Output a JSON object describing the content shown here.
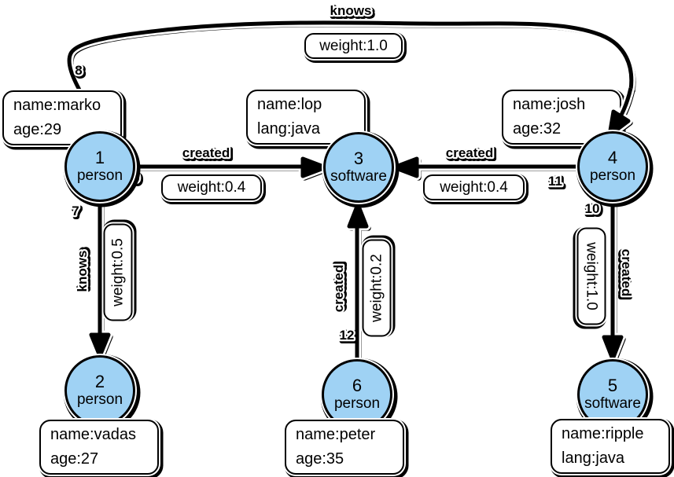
{
  "diagram": {
    "background": "#FFFFFF",
    "vertex_fill": "#9FD2F4",
    "stroke_color": "#000000",
    "vertices": [
      {
        "id": "1",
        "type": "person",
        "properties": [
          "name:marko",
          "age:29"
        ]
      },
      {
        "id": "2",
        "type": "person",
        "properties": [
          "name:vadas",
          "age:27"
        ]
      },
      {
        "id": "3",
        "type": "software",
        "properties": [
          "name:lop",
          "lang:java"
        ]
      },
      {
        "id": "4",
        "type": "person",
        "properties": [
          "name:josh",
          "age:32"
        ]
      },
      {
        "id": "5",
        "type": "software",
        "properties": [
          "name:ripple",
          "lang:java"
        ]
      },
      {
        "id": "6",
        "type": "person",
        "properties": [
          "name:peter",
          "age:35"
        ]
      }
    ],
    "edges": [
      {
        "id": "8",
        "label": "knows",
        "weight": "weight:1.0",
        "from": "1",
        "to": "4"
      },
      {
        "id": "9",
        "label": "created",
        "weight": "weight:0.4",
        "from": "1",
        "to": "3"
      },
      {
        "id": "11",
        "label": "created",
        "weight": "weight:0.4",
        "from": "4",
        "to": "3"
      },
      {
        "id": "7",
        "label": "knows",
        "weight": "weight:0.5",
        "from": "1",
        "to": "2"
      },
      {
        "id": "12",
        "label": "created",
        "weight": "weight:0.2",
        "from": "6",
        "to": "3"
      },
      {
        "id": "10",
        "label": "created",
        "weight": "weight:1.0",
        "from": "4",
        "to": "5"
      }
    ]
  }
}
